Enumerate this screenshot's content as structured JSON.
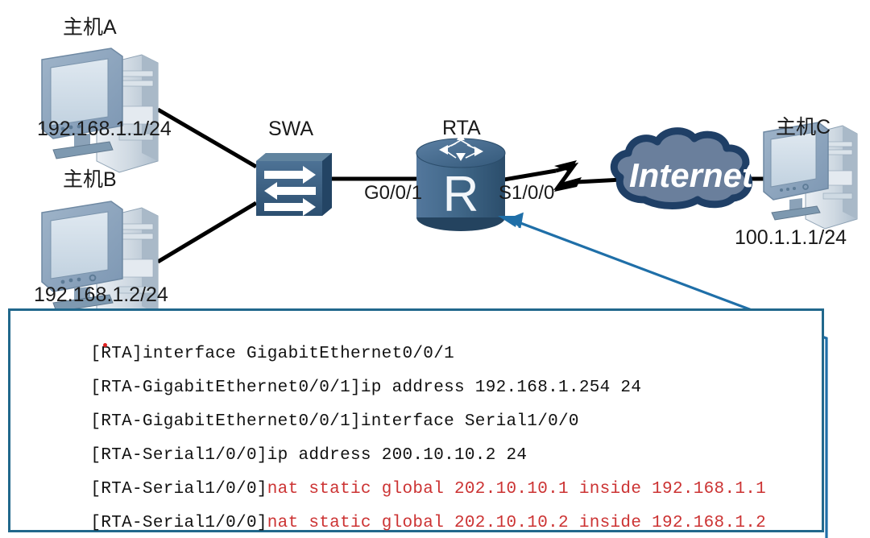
{
  "diagram": {
    "type": "network-topology",
    "nodes": [
      {
        "id": "hostA",
        "label": "主机A",
        "ip": "192.168.1.1/24",
        "icon": "desktop-computer-icon"
      },
      {
        "id": "hostB",
        "label": "主机B",
        "ip": "192.168.1.2/24",
        "icon": "desktop-computer-icon"
      },
      {
        "id": "swa",
        "label": "SWA",
        "icon": "switch-icon"
      },
      {
        "id": "rta",
        "label": "RTA",
        "icon": "router-icon",
        "body_text": "R"
      },
      {
        "id": "internet",
        "label": "Internet",
        "icon": "cloud-icon"
      },
      {
        "id": "hostC",
        "label": "主机C",
        "ip": "100.1.1.1/24",
        "icon": "desktop-computer-icon"
      }
    ],
    "interfaces": {
      "router_lan": "G0/0/1",
      "router_wan": "S1/0/0"
    },
    "links": [
      {
        "from": "hostA",
        "to": "swa",
        "style": "ethernet"
      },
      {
        "from": "hostB",
        "to": "swa",
        "style": "ethernet"
      },
      {
        "from": "swa",
        "to": "rta",
        "style": "ethernet"
      },
      {
        "from": "rta",
        "to": "internet",
        "style": "serial-wan"
      },
      {
        "from": "internet",
        "to": "hostC",
        "style": "ethernet"
      }
    ],
    "callout": {
      "from": "config-box",
      "to": "rta",
      "color": "#1f6fa8",
      "style": "arrow"
    },
    "colors": {
      "device_blue": "#5b7fa6",
      "device_dark": "#2e5a7d",
      "cloud_outline": "#1f3f66",
      "cloud_fill": "#6a7f9c",
      "link_black": "#000000",
      "callout_blue": "#1f6fa8",
      "box_border": "#21688c",
      "command_red": "#cc3333"
    }
  },
  "config": {
    "lines": [
      {
        "prompt": "[RTA]",
        "command": "interface GigabitEthernet0/0/1",
        "command_color": "black"
      },
      {
        "prompt": "[RTA-GigabitEthernet0/0/1]",
        "command": "ip address 192.168.1.254 24",
        "command_color": "black"
      },
      {
        "prompt": "[RTA-GigabitEthernet0/0/1]",
        "command": "interface Serial1/0/0",
        "command_color": "black"
      },
      {
        "prompt": "[RTA-Serial1/0/0]",
        "command": "ip address 200.10.10.2 24",
        "command_color": "black"
      },
      {
        "prompt": "[RTA-Serial1/0/0]",
        "command": "nat static global 202.10.10.1 inside 192.168.1.1",
        "command_color": "red"
      },
      {
        "prompt": "[RTA-Serial1/0/0]",
        "command": "nat static global 202.10.10.2 inside 192.168.1.2",
        "command_color": "red"
      }
    ]
  }
}
